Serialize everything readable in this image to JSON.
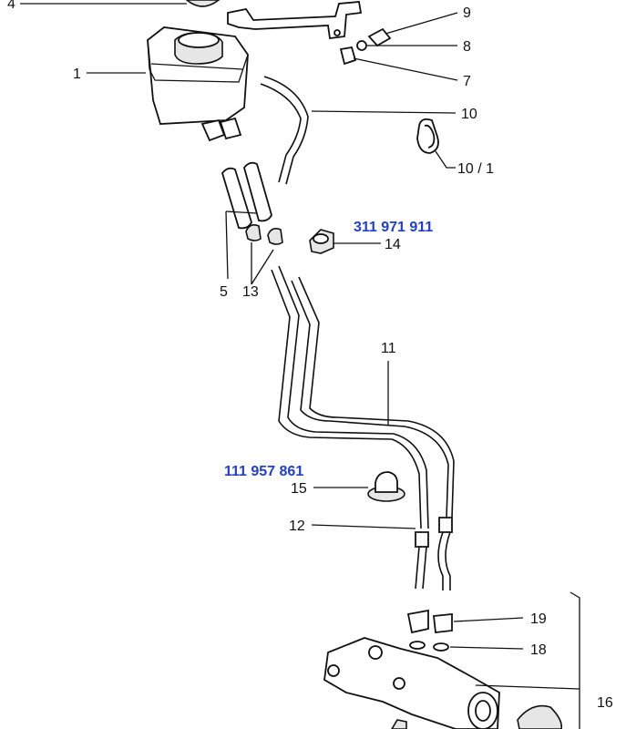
{
  "callouts": {
    "c4": "4",
    "c9": "9",
    "c8": "8",
    "c1": "1",
    "c7": "7",
    "c10": "10",
    "c10_1": "10 / 1",
    "c14": "14",
    "c5": "5",
    "c13": "13",
    "c11": "11",
    "c15": "15",
    "c12": "12",
    "c19": "19",
    "c18": "18",
    "c16": "16"
  },
  "part_numbers": {
    "pn_14": "311 971 911",
    "pn_15": "111 957 861"
  },
  "colors": {
    "part_number": "#1f3fd0",
    "line_art": "#111111",
    "background": "#ffffff"
  }
}
